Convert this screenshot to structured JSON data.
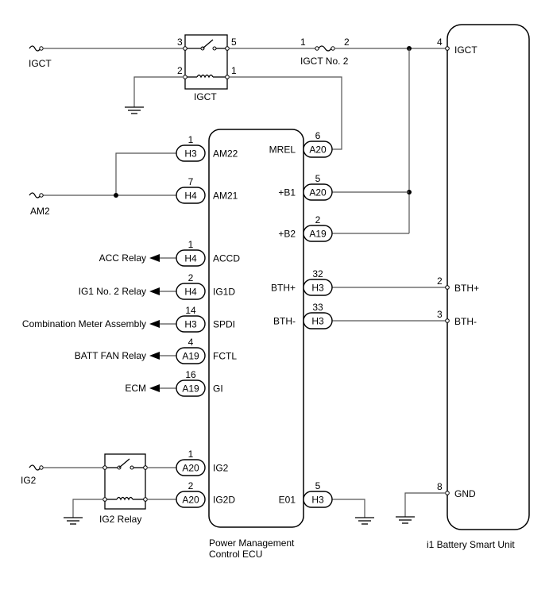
{
  "ecu": {
    "name_line1": "Power Management",
    "name_line2": "Control ECU",
    "left_pins": [
      {
        "pin": "1",
        "conn": "H3",
        "label": "AM22"
      },
      {
        "pin": "7",
        "conn": "H4",
        "label": "AM21"
      },
      {
        "pin": "1",
        "conn": "H4",
        "label": "ACCD"
      },
      {
        "pin": "2",
        "conn": "H4",
        "label": "IG1D"
      },
      {
        "pin": "14",
        "conn": "H3",
        "label": "SPDI"
      },
      {
        "pin": "4",
        "conn": "A19",
        "label": "FCTL"
      },
      {
        "pin": "16",
        "conn": "A19",
        "label": "GI"
      },
      {
        "pin": "1",
        "conn": "A20",
        "label": "IG2"
      },
      {
        "pin": "2",
        "conn": "A20",
        "label": "IG2D"
      }
    ],
    "right_pins": [
      {
        "pin": "6",
        "conn": "A20",
        "label": "MREL"
      },
      {
        "pin": "5",
        "conn": "A20",
        "label": "+B1"
      },
      {
        "pin": "2",
        "conn": "A19",
        "label": "+B2"
      },
      {
        "pin": "32",
        "conn": "H3",
        "label": "BTH+"
      },
      {
        "pin": "33",
        "conn": "H3",
        "label": "BTH-"
      },
      {
        "pin": "5",
        "conn": "H3",
        "label": "E01"
      }
    ]
  },
  "battery_unit": {
    "name": "i1 Battery Smart Unit",
    "pins": [
      {
        "pin": "4",
        "label": "IGCT"
      },
      {
        "pin": "2",
        "label": "BTH+"
      },
      {
        "pin": "3",
        "label": "BTH-"
      },
      {
        "pin": "8",
        "label": "GND"
      }
    ]
  },
  "igct_relay": {
    "name": "IGCT",
    "pin_tl": "3",
    "pin_tr": "5",
    "pin_bl": "2",
    "pin_br": "1"
  },
  "ig2_relay": {
    "name": "IG2 Relay"
  },
  "fuses": {
    "igct": "IGCT",
    "igct_no2": "IGCT No. 2",
    "igct_no2_pin_a": "1",
    "igct_no2_pin_b": "2",
    "am2": "AM2",
    "ig2": "IG2"
  },
  "outputs": [
    "ACC Relay",
    "IG1 No. 2 Relay",
    "Combination Meter Assembly",
    "BATT FAN Relay",
    "ECM"
  ]
}
